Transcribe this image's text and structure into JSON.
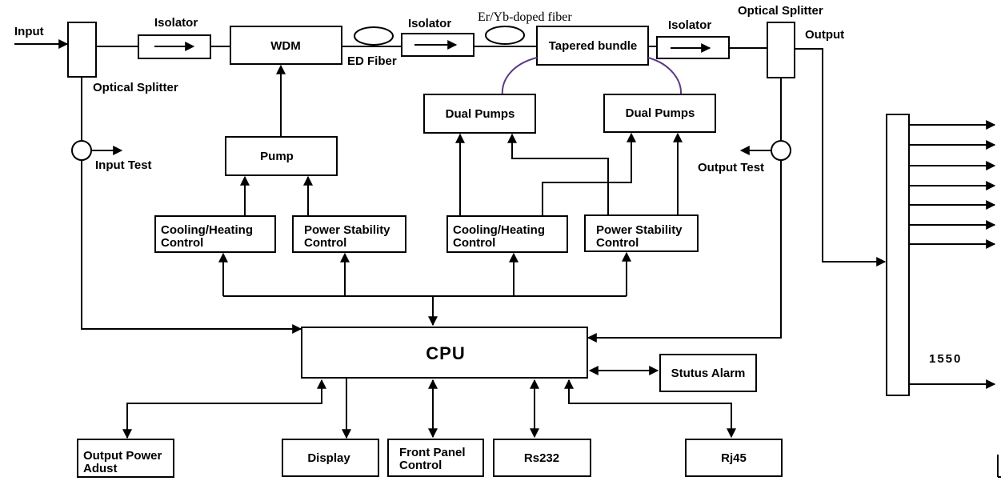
{
  "labels": {
    "input": "Input",
    "output": "Output",
    "isolator_1": "Isolator",
    "isolator_2": "Isolator",
    "isolator_3": "Isolator",
    "optical_splitter_left": "Optical Splitter",
    "optical_splitter_right": "Optical Splitter",
    "wdm": "WDM",
    "ed_fiber": "ED Fiber",
    "er_yb_fiber": "Er/Yb-doped fiber",
    "tapered_bundle": "Tapered bundle",
    "dual_pumps_left": "Dual Pumps",
    "dual_pumps_right": "Dual Pumps",
    "pump": "Pump",
    "input_test": "Input Test",
    "output_test": "Output Test",
    "cooling_left_1": "Cooling/Heating",
    "cooling_left_2": "Control",
    "power_left_1": "Power Stability",
    "power_left_2": "Control",
    "cooling_right_1": "Cooling/Heating",
    "cooling_right_2": "Control",
    "power_right_1": "Power Stability",
    "power_right_2": "Control",
    "cpu": "CPU",
    "status_alarm": "Stutus Alarm",
    "output_power_1": "Output Power",
    "output_power_2": "Adust",
    "display": "Display",
    "front_panel_1": "Front Panel",
    "front_panel_2": "Control",
    "rs232": "Rs232",
    "rj45": "Rj45",
    "wavelength": "1550"
  },
  "colors": {
    "line": "#000000",
    "fiber_loop": "#5a3a86",
    "background": "#ffffff"
  }
}
